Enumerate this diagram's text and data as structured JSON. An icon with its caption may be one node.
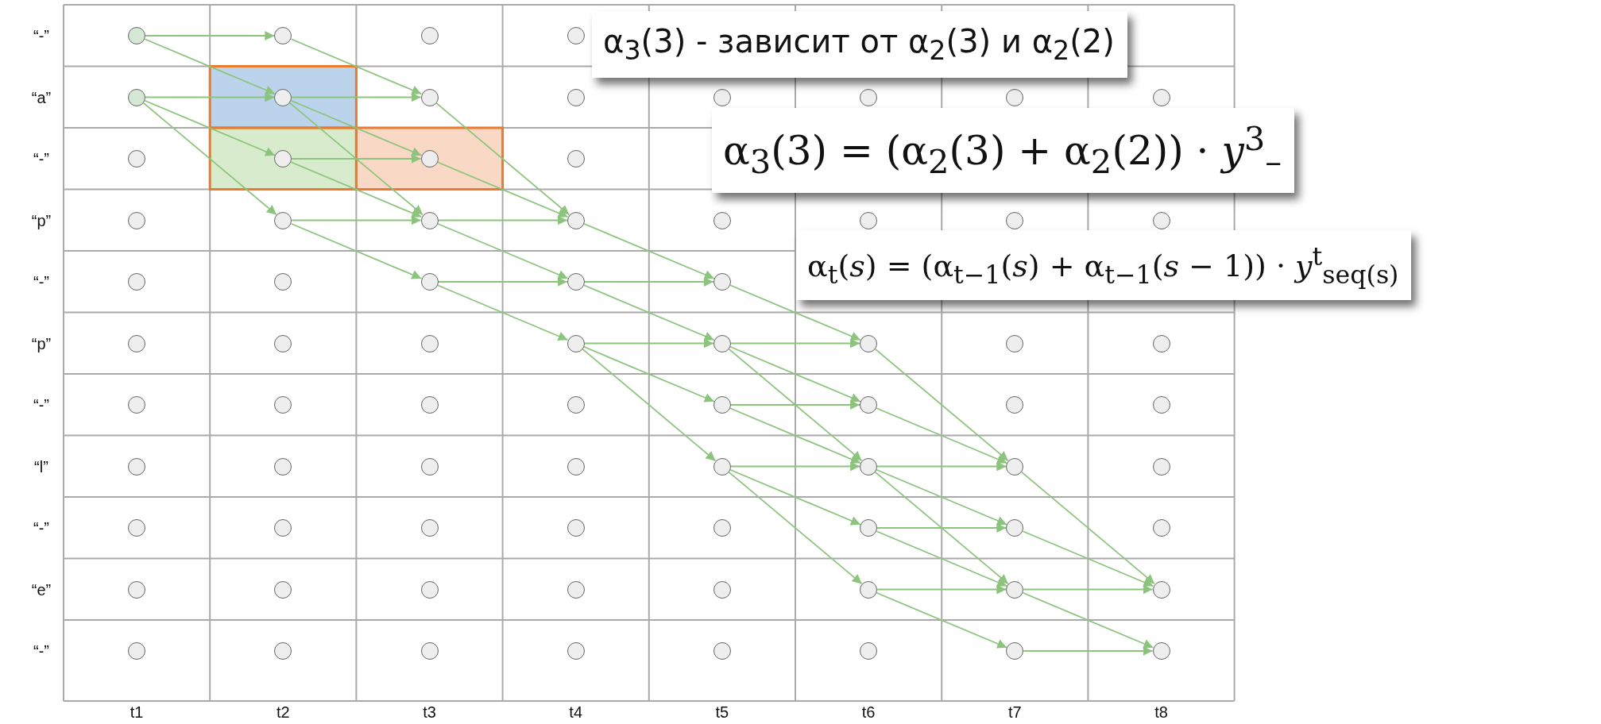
{
  "diagram": {
    "nodes": [
      {
        "text": [],
        "shape": "circle"
      },
      {
        "text": [],
        "shape": "circle"
      },
      {
        "text": [],
        "shape": "circle"
      },
      {
        "text": [],
        "shape": "circle"
      },
      {
        "text": [],
        "shape": "circle"
      },
      {
        "text": [],
        "shape": "circle"
      },
      {
        "text": [],
        "shape": "circle"
      },
      {
        "text": [],
        "shape": "circle"
      },
      {
        "text": [],
        "shape": "circle"
      },
      {
        "text": [],
        "shape": "circle"
      },
      {
        "text": [],
        "shape": "circle"
      },
      {
        "text": [],
        "shape": "circle"
      },
      {
        "text": [],
        "shape": "circle"
      },
      {
        "text": [],
        "shape": "circle"
      },
      {
        "text": [],
        "shape": "circle"
      },
      {
        "text": [],
        "shape": "circle"
      },
      {
        "text": [],
        "shape": "circle"
      },
      {
        "text": [],
        "shape": "circle"
      },
      {
        "text": [],
        "shape": "circle"
      },
      {
        "text": [],
        "shape": "circle"
      },
      {
        "text": [],
        "shape": "circle"
      },
      {
        "text": [],
        "shape": "circle"
      },
      {
        "text": [],
        "shape": "circle"
      },
      {
        "text": [],
        "shape": "circle"
      },
      {
        "text": [],
        "shape": "circle"
      },
      {
        "text": [],
        "shape": "circle"
      },
      {
        "text": [],
        "shape": "circle"
      },
      {
        "text": [],
        "shape": "circle"
      },
      {
        "text": [],
        "shape": "circle"
      },
      {
        "text": [],
        "shape": "circle"
      },
      {
        "text": [],
        "shape": "circle"
      },
      {
        "text": [],
        "shape": "circle"
      },
      {
        "text": [],
        "shape": "circle"
      },
      {
        "text": [],
        "shape": "circle"
      },
      {
        "text": [],
        "shape": "circle"
      },
      {
        "text": [],
        "shape": "circle"
      },
      {
        "text": [],
        "shape": "circle"
      },
      {
        "text": [],
        "shape": "circle"
      },
      {
        "text": [],
        "shape": "circle"
      },
      {
        "text": [],
        "shape": "circle"
      },
      {
        "text": [],
        "shape": "circle"
      },
      {
        "text": [],
        "shape": "circle"
      },
      {
        "text": [],
        "shape": "circle"
      },
      {
        "text": [],
        "shape": "circle"
      },
      {
        "text": [],
        "shape": "circle"
      },
      {
        "text": [],
        "shape": "circle"
      },
      {
        "text": [],
        "shape": "circle"
      },
      {
        "text": [],
        "shape": "circle"
      },
      {
        "text": [],
        "shape": "circle"
      },
      {
        "text": [],
        "shape": "circle"
      },
      {
        "text": [],
        "shape": "circle"
      },
      {
        "text": [],
        "shape": "circle"
      },
      {
        "text": [],
        "shape": "circle"
      },
      {
        "text": [],
        "shape": "circle"
      },
      {
        "text": [],
        "shape": "circle"
      },
      {
        "text": [],
        "shape": "circle"
      },
      {
        "text": [],
        "shape": "circle"
      },
      {
        "text": [],
        "shape": "circle"
      },
      {
        "text": [],
        "shape": "circle"
      },
      {
        "text": [],
        "shape": "circle"
      },
      {
        "text": [],
        "shape": "circle"
      },
      {
        "text": [],
        "shape": "circle"
      },
      {
        "text": [],
        "shape": "circle"
      },
      {
        "text": [],
        "shape": "circle"
      },
      {
        "text": [],
        "shape": "circle"
      },
      {
        "text": [],
        "shape": "circle"
      },
      {
        "text": [],
        "shape": "circle"
      },
      {
        "text": [],
        "shape": "circle"
      },
      {
        "text": [],
        "shape": "circle"
      },
      {
        "text": [],
        "shape": "circle"
      },
      {
        "text": [],
        "shape": "circle"
      },
      {
        "text": [],
        "shape": "circle"
      },
      {
        "text": [],
        "shape": "circle"
      },
      {
        "text": [],
        "shape": "circle"
      },
      {
        "text": [],
        "shape": "circle"
      },
      {
        "text": [],
        "shape": "circle"
      },
      {
        "text": [],
        "shape": "circle"
      },
      {
        "text": [
          "α$_{3}$(3) - зависит от α$_{2}$(3) и α$_{2}$(2)"
        ]
      },
      {
        "text": [
          "α$_{3}$(3) = (α$_{2}$(3) + α$_{2}$(2)) · *y*$^{3}$$_{–}$"
        ]
      },
      {
        "text": [
          "α$_{t}$(*s*) = (α$_{t−1}$(*s*) + α$_{t−1}$(*s* − 1)) · *y*$^{t}$$_{seq(s)}$"
        ]
      }
    ],
    "edges": [
      {
        "from": 0,
        "to": 1,
        "arrow": "to"
      },
      {
        "from": 0,
        "to": 5,
        "arrow": "to"
      },
      {
        "from": 4,
        "to": 5,
        "arrow": "to"
      },
      {
        "from": 4,
        "to": 13,
        "arrow": "to"
      },
      {
        "from": 4,
        "to": 17,
        "arrow": "to"
      },
      {
        "from": 1,
        "to": 6,
        "arrow": "to"
      },
      {
        "from": 5,
        "to": 6,
        "arrow": "to"
      },
      {
        "from": 5,
        "to": 14,
        "arrow": "to"
      },
      {
        "from": 5,
        "to": 18,
        "arrow": "to"
      },
      {
        "from": 13,
        "to": 14,
        "arrow": "to"
      },
      {
        "from": 13,
        "to": 18,
        "arrow": "to"
      },
      {
        "from": 17,
        "to": 18,
        "arrow": "to"
      },
      {
        "from": 17,
        "to": 26,
        "arrow": "to"
      },
      {
        "from": 6,
        "to": 19,
        "arrow": "to"
      },
      {
        "from": 14,
        "to": 19,
        "arrow": "to"
      },
      {
        "from": 18,
        "to": 19,
        "arrow": "to"
      },
      {
        "from": 18,
        "to": 27,
        "arrow": "to"
      },
      {
        "from": 26,
        "to": 27,
        "arrow": "to"
      },
      {
        "from": 26,
        "to": 32,
        "arrow": "to"
      },
      {
        "from": 19,
        "to": 28,
        "arrow": "to"
      },
      {
        "from": 27,
        "to": 28,
        "arrow": "to"
      },
      {
        "from": 27,
        "to": 33,
        "arrow": "to"
      },
      {
        "from": 32,
        "to": 33,
        "arrow": "to"
      },
      {
        "from": 32,
        "to": 41,
        "arrow": "to"
      },
      {
        "from": 32,
        "to": 49,
        "arrow": "to"
      },
      {
        "from": 28,
        "to": 34,
        "arrow": "to"
      },
      {
        "from": 33,
        "to": 34,
        "arrow": "to"
      },
      {
        "from": 33,
        "to": 42,
        "arrow": "to"
      },
      {
        "from": 33,
        "to": 50,
        "arrow": "to"
      },
      {
        "from": 41,
        "to": 42,
        "arrow": "to"
      },
      {
        "from": 41,
        "to": 50,
        "arrow": "to"
      },
      {
        "from": 49,
        "to": 50,
        "arrow": "to"
      },
      {
        "from": 49,
        "to": 58,
        "arrow": "to"
      },
      {
        "from": 49,
        "to": 66,
        "arrow": "to"
      },
      {
        "from": 34,
        "to": 51,
        "arrow": "to"
      },
      {
        "from": 42,
        "to": 51,
        "arrow": "to"
      },
      {
        "from": 50,
        "to": 51,
        "arrow": "to"
      },
      {
        "from": 50,
        "to": 59,
        "arrow": "to"
      },
      {
        "from": 50,
        "to": 67,
        "arrow": "to"
      },
      {
        "from": 58,
        "to": 59,
        "arrow": "to"
      },
      {
        "from": 58,
        "to": 67,
        "arrow": "to"
      },
      {
        "from": 66,
        "to": 67,
        "arrow": "to"
      },
      {
        "from": 66,
        "to": 75,
        "arrow": "to"
      },
      {
        "from": 51,
        "to": 68,
        "arrow": "to"
      },
      {
        "from": 59,
        "to": 68,
        "arrow": "to"
      },
      {
        "from": 67,
        "to": 68,
        "arrow": "to"
      },
      {
        "from": 67,
        "to": 76,
        "arrow": "to"
      },
      {
        "from": 75,
        "to": 76,
        "arrow": "to"
      }
    ],
    "labels": [
      "“-”",
      "“a”",
      "“-”",
      "“p”",
      "“-”",
      "“p”",
      "“-”",
      "“l”",
      "“-”",
      "“e”",
      "“-”",
      "t1",
      "t2",
      "t3",
      "t4",
      "t5",
      "t6",
      "t7",
      "t8"
    ]
  }
}
